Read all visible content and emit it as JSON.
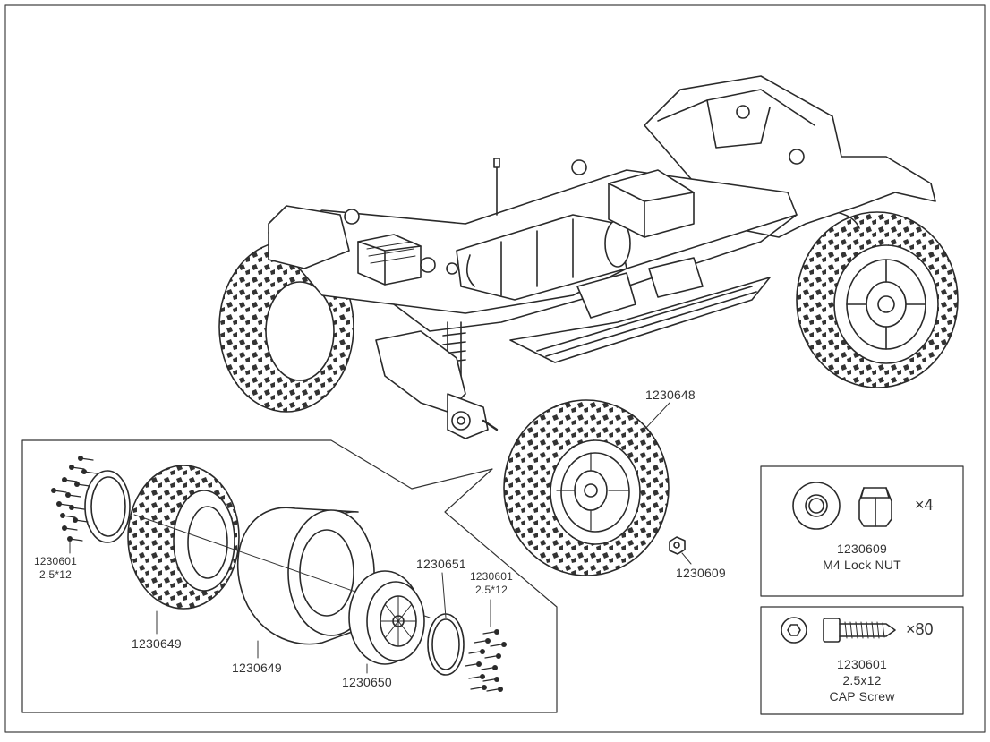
{
  "callouts": {
    "tire_assembly": "1230648",
    "nut_on_wheel": "1230609",
    "tire_left": "1230649",
    "foam_insert": "1230649",
    "hub_ring_part": "1230651",
    "wheel_rim": "1230650",
    "screws_left_part": "1230601",
    "screws_left_size": "2.5*12",
    "screws_right_part": "1230601",
    "screws_right_size": "2.5*12"
  },
  "hardware_box_nut": {
    "quantity": "×4",
    "part": "1230609",
    "description": "M4 Lock NUT"
  },
  "hardware_box_screw": {
    "quantity": "×80",
    "part": "1230601",
    "size": "2.5x12",
    "description": "CAP Screw"
  },
  "colors": {
    "line": "#2a2a2a",
    "light": "#666666",
    "background": "#ffffff"
  }
}
